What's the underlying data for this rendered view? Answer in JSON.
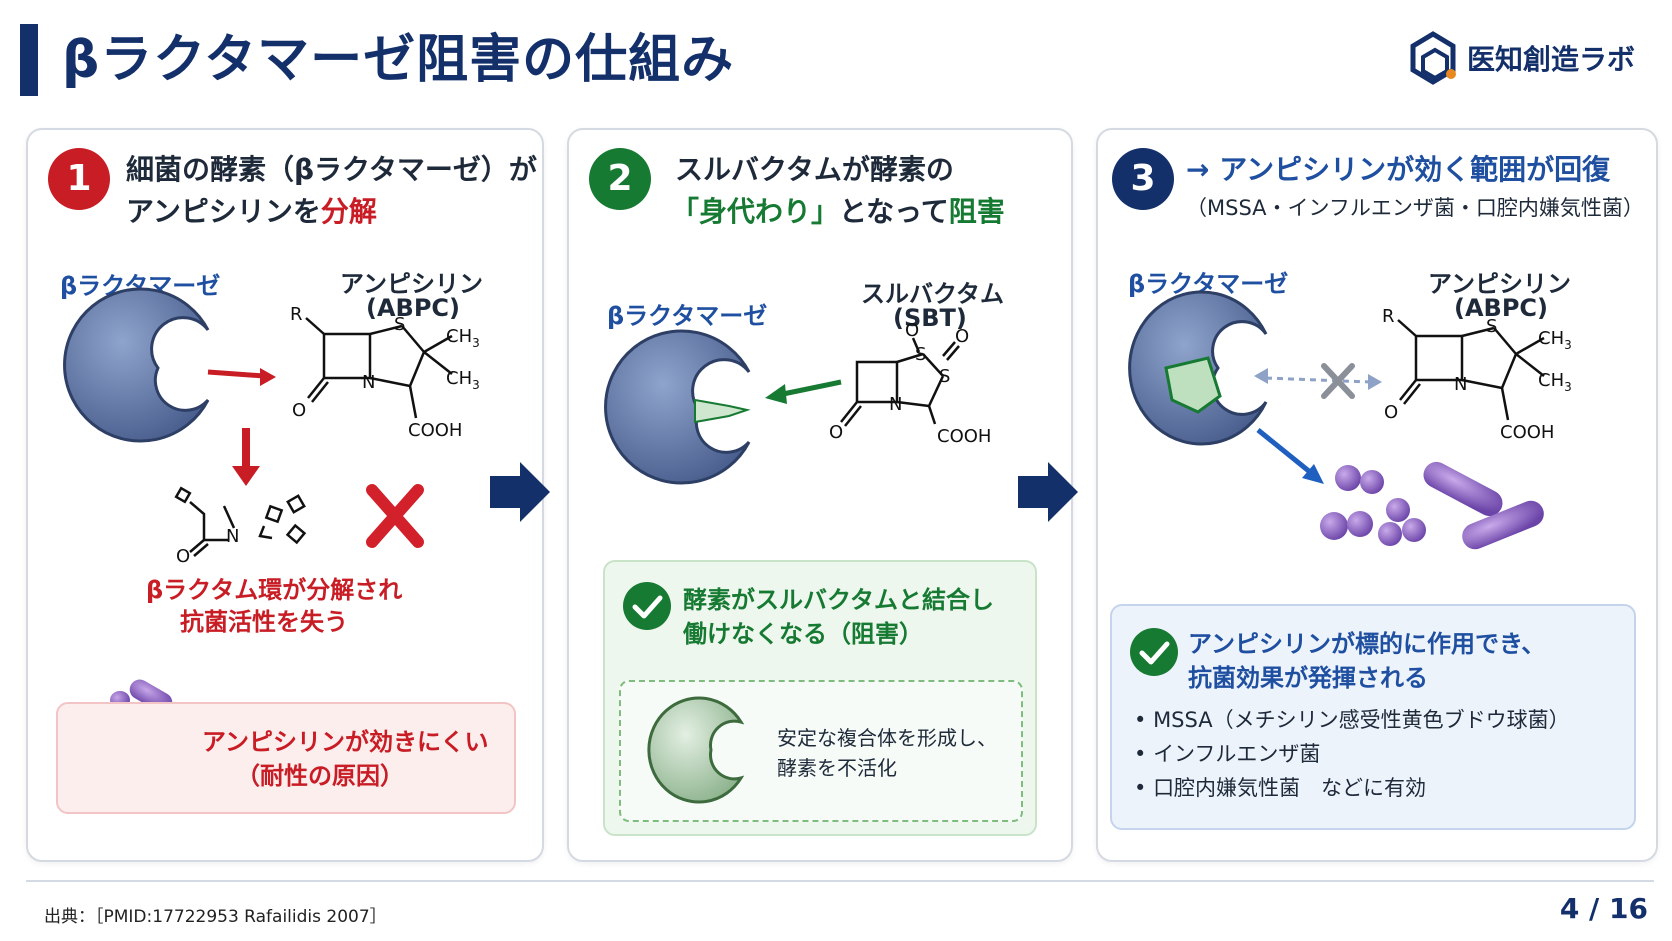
{
  "title": "βラクタマーゼ阻害の仕組み",
  "logo": {
    "text": "医知創造ラボ",
    "icon": "hexagon-logo-icon"
  },
  "panels": [
    {
      "number": "1",
      "heading_line1": "細菌の酵素（βラクタマーゼ）が",
      "heading_line2_prefix": "アンピシリンを",
      "heading_line2_em": "分解",
      "enzyme_label": "βラクタマーゼ",
      "drug_label": "アンピシリン",
      "drug_abbr": "(ABPC)",
      "result_line1": "βラクタム環が分解され",
      "result_line2": "抗菌活性を失う",
      "note_line1": "アンピシリンが効きにくい",
      "note_line2": "（耐性の原因）",
      "colors": {
        "accent": "#c81d25"
      }
    },
    {
      "number": "2",
      "heading_line1": "スルバクタムが酵素の",
      "heading_line2_em1": "「身代わり」",
      "heading_line2_mid": "となって",
      "heading_line2_em2": "阻害",
      "enzyme_label": "βラクタマーゼ",
      "drug_label": "スルバクタム",
      "drug_abbr": "(SBT)",
      "check_line1": "酵素がスルバクタムと結合し",
      "check_line2": "働けなくなる（阻害）",
      "inner_line1": "安定な複合体を形成し、",
      "inner_line2": "酵素を不活化",
      "colors": {
        "accent": "#177a33"
      }
    },
    {
      "number": "3",
      "heading_line1": "→ アンピシリンが効く範囲が回復",
      "heading_sub": "（MSSA・インフルエンザ菌・口腔内嫌気性菌）",
      "enzyme_label": "βラクタマーゼ",
      "drug_label": "アンピシリン",
      "drug_abbr": "(ABPC)",
      "check_line1": "アンピシリンが標的に作用でき、",
      "check_line2": "抗菌効果が発揮される",
      "bullets": [
        "MSSA（メチシリン感受性黄色ブドウ球菌）",
        "インフルエンザ菌",
        "口腔内嫌気性菌　などに有効"
      ],
      "colors": {
        "accent": "#14306b"
      }
    }
  ],
  "chem": {
    "R": "R",
    "S": "S",
    "N": "N",
    "O": "O",
    "CH3": "CH",
    "sub3": "3",
    "COOH": "COOH"
  },
  "footer": {
    "source": "出典：［PMID:17722953  Rafailidis 2007］",
    "page": "4 / 16"
  }
}
